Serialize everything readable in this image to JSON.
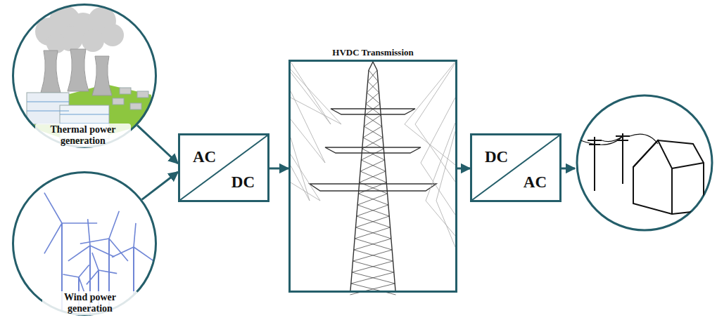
{
  "diagram": {
    "nodes": [
      {
        "text": [
          "Thermal power generation"
        ]
      },
      {
        "text": [
          "Wind power generation"
        ]
      },
      {
        "text": [
          "AC",
          "DC"
        ]
      },
      {
        "text": [
          "HVDC Transmission"
        ]
      },
      {
        "text": [
          "DC",
          "AC"
        ]
      }
    ],
    "edges": [
      {
        "from": 0,
        "to": 2,
        "arrow": "to"
      },
      {
        "from": 1,
        "to": 2,
        "arrow": "to"
      },
      {
        "from": 2,
        "to": 3,
        "arrow": "to"
      },
      {
        "from": 3,
        "to": 4,
        "arrow": "to"
      }
    ]
  }
}
